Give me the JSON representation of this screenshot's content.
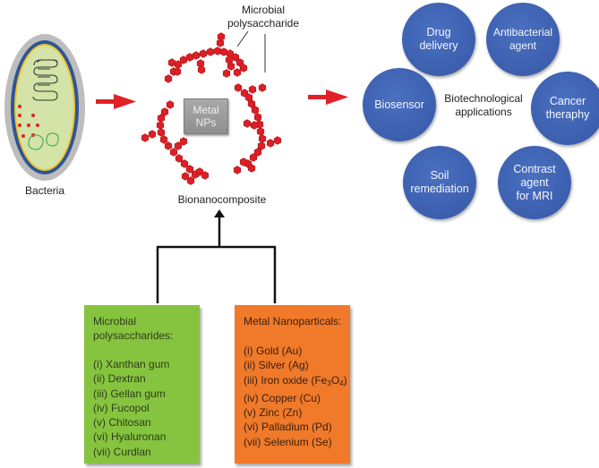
{
  "bacteria": {
    "label": "Bacteria",
    "colors": {
      "capsule": "#b9b9b9",
      "membrane": "#2e5597",
      "wall": "#f3c62b",
      "cytoplasm": "#d3e3a6",
      "ribosomes": "#e0212a",
      "vesicles": "#3aa24a"
    }
  },
  "arrows": {
    "color": "#e02127"
  },
  "composite": {
    "polysaccharide_label": "Microbial\npolysaccharide",
    "core_label": "Metal\nNPs",
    "label": "Bionanocomposite",
    "bead_color": "#dd1f26"
  },
  "applications": {
    "center_label": "Biotechnological\napplications",
    "color": "#3d60ae",
    "items": [
      {
        "label": "Drug\ndelivery"
      },
      {
        "label": "Antibacterial\nagent"
      },
      {
        "label": "Cancer\ntheraphy"
      },
      {
        "label": "Contrast\nagent\nfor MRI"
      },
      {
        "label": "Soil\nremediation"
      },
      {
        "label": "Biosensor"
      }
    ]
  },
  "polysaccharides_box": {
    "title": "Microbial\npolysaccharides:",
    "color": "#86c43f",
    "items": [
      "(i) Xanthan gum",
      "(ii) Dextran",
      "(iii) Gellan gum",
      "(iv) Fucopol",
      "(v) Chitosan",
      "(vi) Hyaluronan",
      "(vii) Curdlan"
    ]
  },
  "metals_box": {
    "title": "Metal Nanoparticals:",
    "color": "#f07a2a",
    "items": [
      {
        "text": "(i) Gold (Au)"
      },
      {
        "text": "(ii) Silver (Ag)"
      },
      {
        "text": "(iii) Iron oxide (Fe",
        "sub1": "3",
        "mid": "O",
        "sub2": "4",
        "end": ")"
      },
      {
        "text": "(iv) Copper (Cu)"
      },
      {
        "text": "(v) Zinc (Zn)"
      },
      {
        "text": "(vi) Palladium (Pd)"
      },
      {
        "text": "(vii) Selenium (Se)"
      }
    ]
  }
}
